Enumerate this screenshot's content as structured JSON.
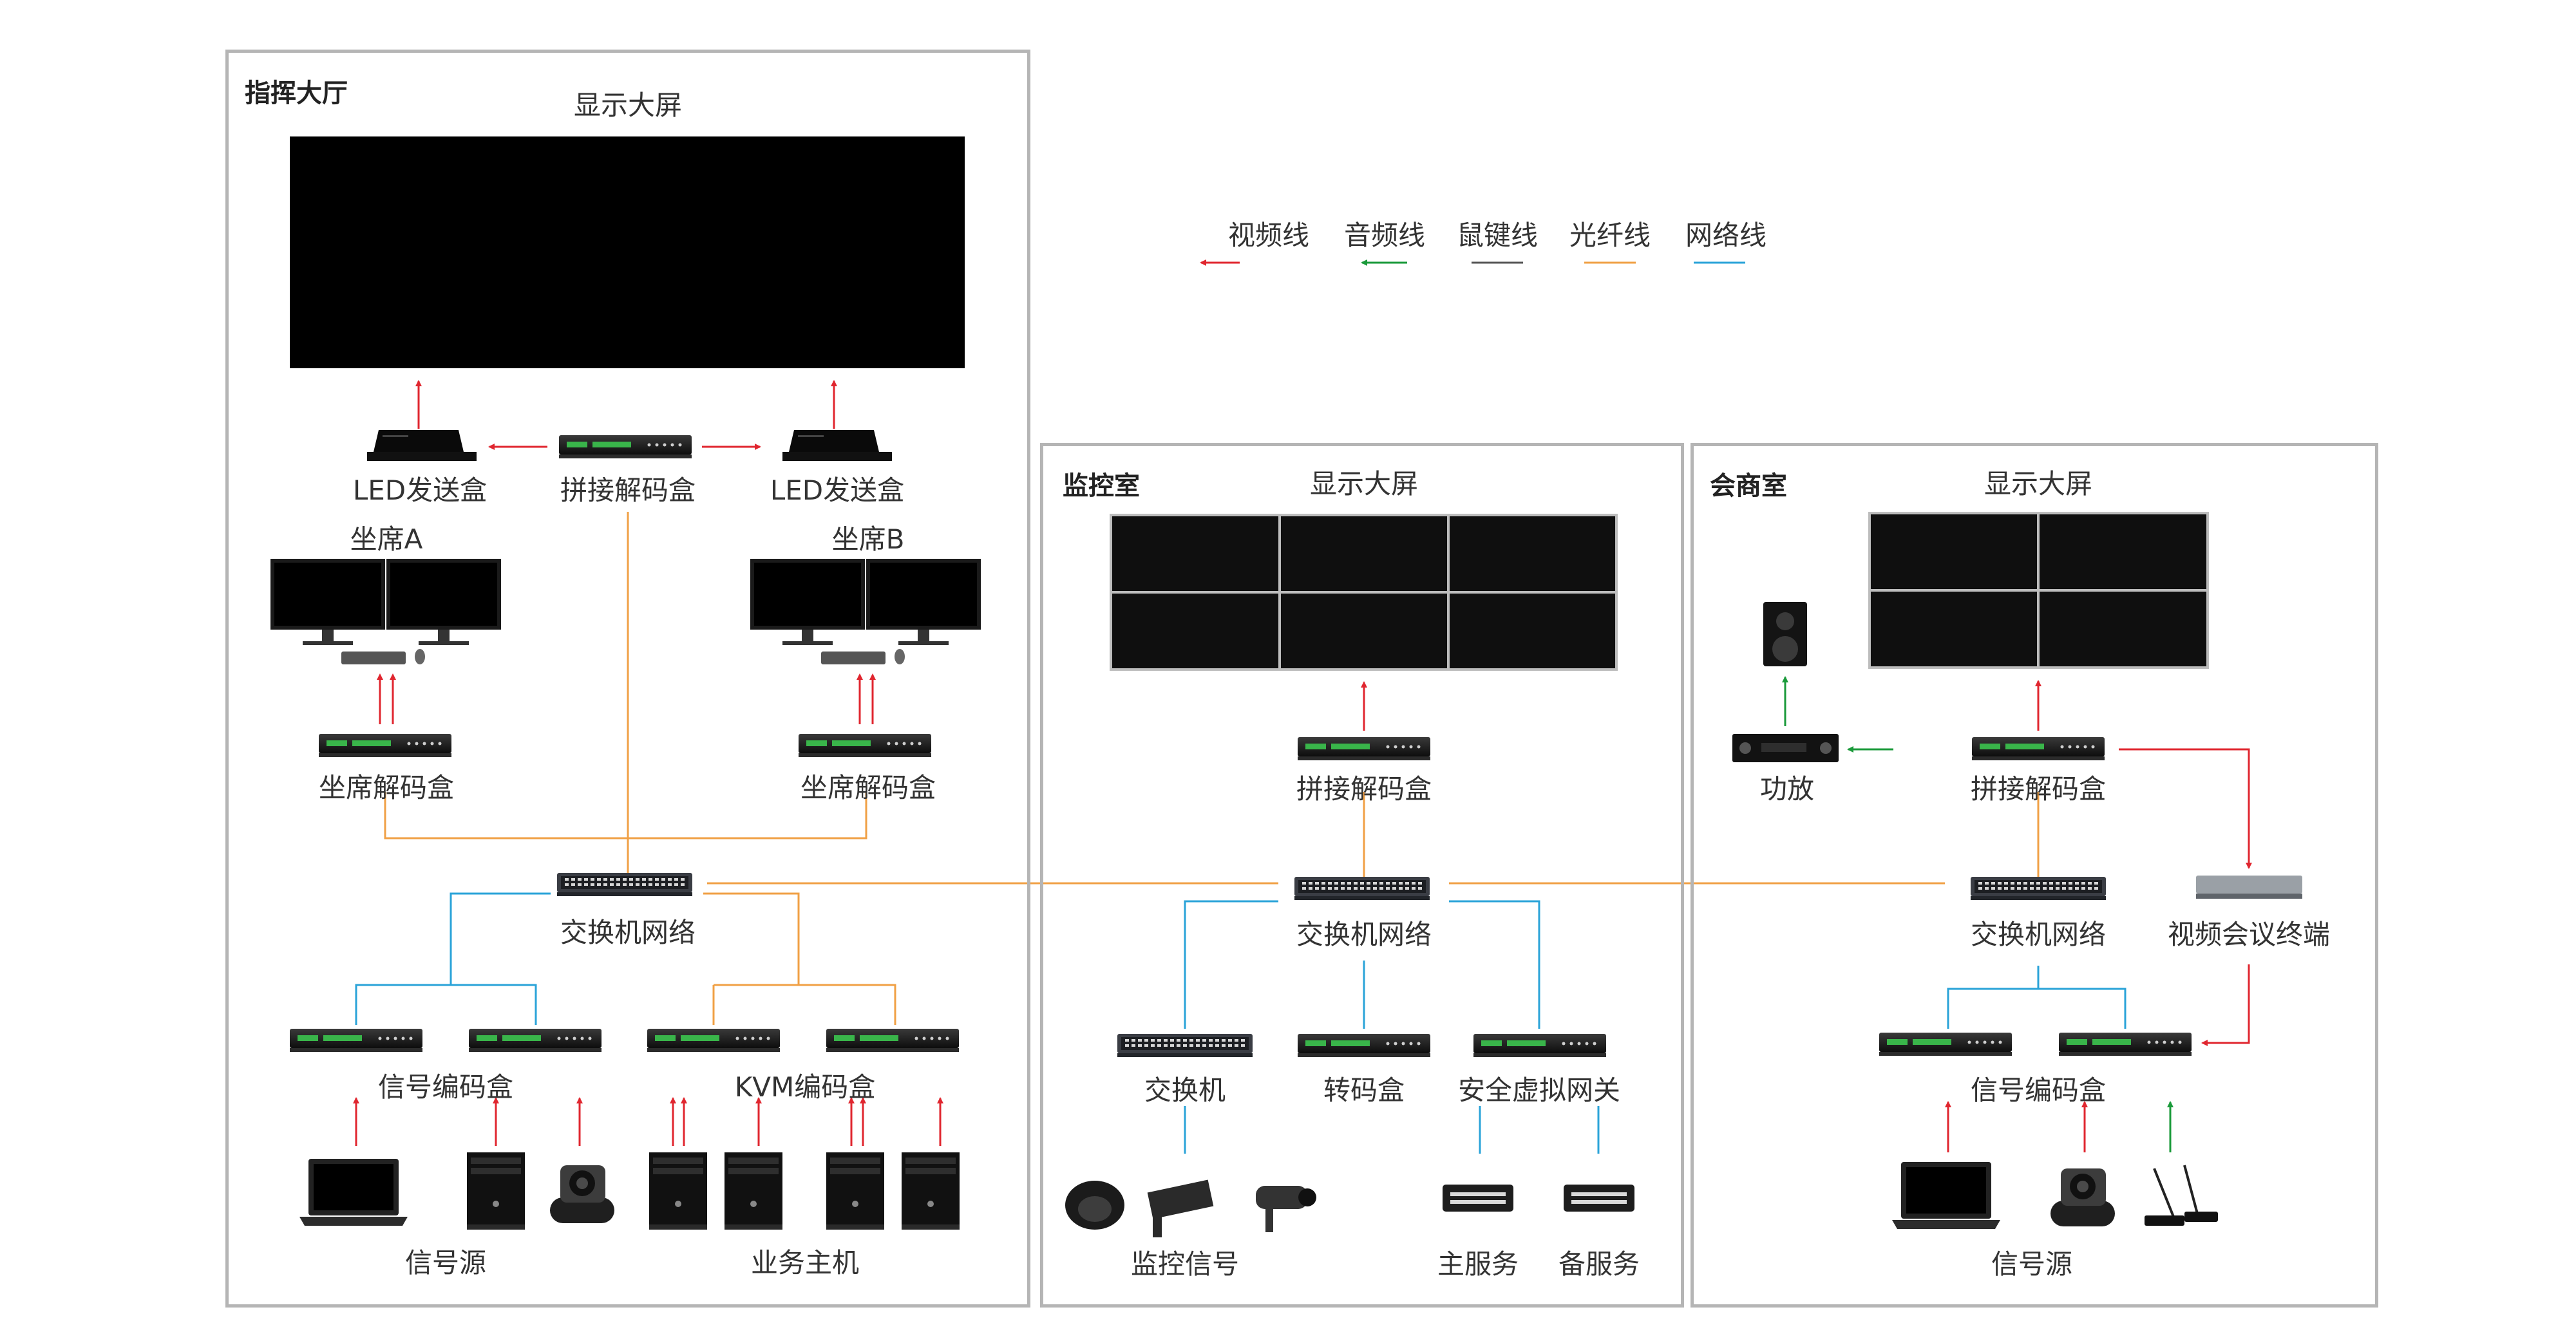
{
  "legend": {
    "video": "视频线",
    "audio": "音频线",
    "kvm": "鼠键线",
    "fiber": "光纤线",
    "network": "网络线",
    "colors": {
      "video": "#e0262f",
      "audio": "#1a9a3a",
      "kvm": "#555555",
      "fiber": "#f0a045",
      "network": "#2aa3d8"
    }
  },
  "command": {
    "title": "指挥大厅",
    "screen": "显示大屏",
    "led_left": "LED发送盒",
    "splice_decoder": "拼接解码盒",
    "led_right": "LED发送盒",
    "seat_a": "坐席A",
    "seat_b": "坐席B",
    "seat_decoder_a": "坐席解码盒",
    "seat_decoder_b": "坐席解码盒",
    "switch": "交换机网络",
    "signal_encoder": "信号编码盒",
    "kvm_encoder": "KVM编码盒",
    "signal_source": "信号源",
    "business_host": "业务主机"
  },
  "monitor": {
    "title": "监控室",
    "screen": "显示大屏",
    "splice_decoder": "拼接解码盒",
    "switch_network": "交换机网络",
    "switch": "交换机",
    "transcoder": "转码盒",
    "gateway": "安全虚拟网关",
    "camera_signal": "监控信号",
    "main_server": "主服务",
    "backup_server": "备服务"
  },
  "meeting": {
    "title": "会商室",
    "screen": "显示大屏",
    "amplifier": "功放",
    "splice_decoder": "拼接解码盒",
    "switch": "交换机网络",
    "conference": "视频会议终端",
    "signal_encoder": "信号编码盒",
    "signal_source": "信号源"
  }
}
